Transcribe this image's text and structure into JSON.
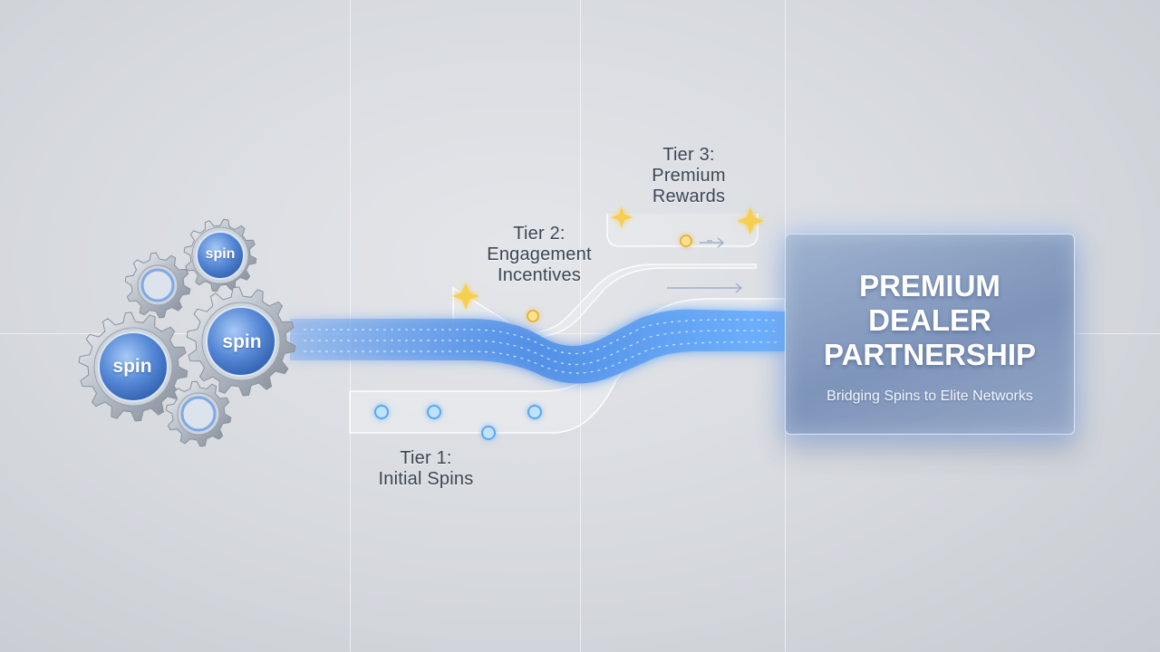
{
  "panel": {
    "title_lines": [
      "PREMIUM",
      "DEALER",
      "PARTNERSHIP"
    ],
    "subtitle": "Bridging Spins to Elite Networks"
  },
  "tiers": [
    {
      "line1": "Tier 1:",
      "line2": "Initial Spins"
    },
    {
      "line1": "Tier 2:",
      "line2": "Engagement",
      "line3": "Incentives"
    },
    {
      "line1": "Tier 3:",
      "line2": "Premium",
      "line3": "Rewards"
    }
  ],
  "gears": {
    "spin_label": "spin"
  },
  "colors": {
    "accent_blue": "#4f8fe6",
    "glow_blue": "#9cc8ff",
    "gold": "#f5c542",
    "panel": "#7d93b8"
  },
  "icons": [
    "gear-icon",
    "sparkle-icon",
    "arrow-right-icon",
    "node-dot-icon"
  ]
}
